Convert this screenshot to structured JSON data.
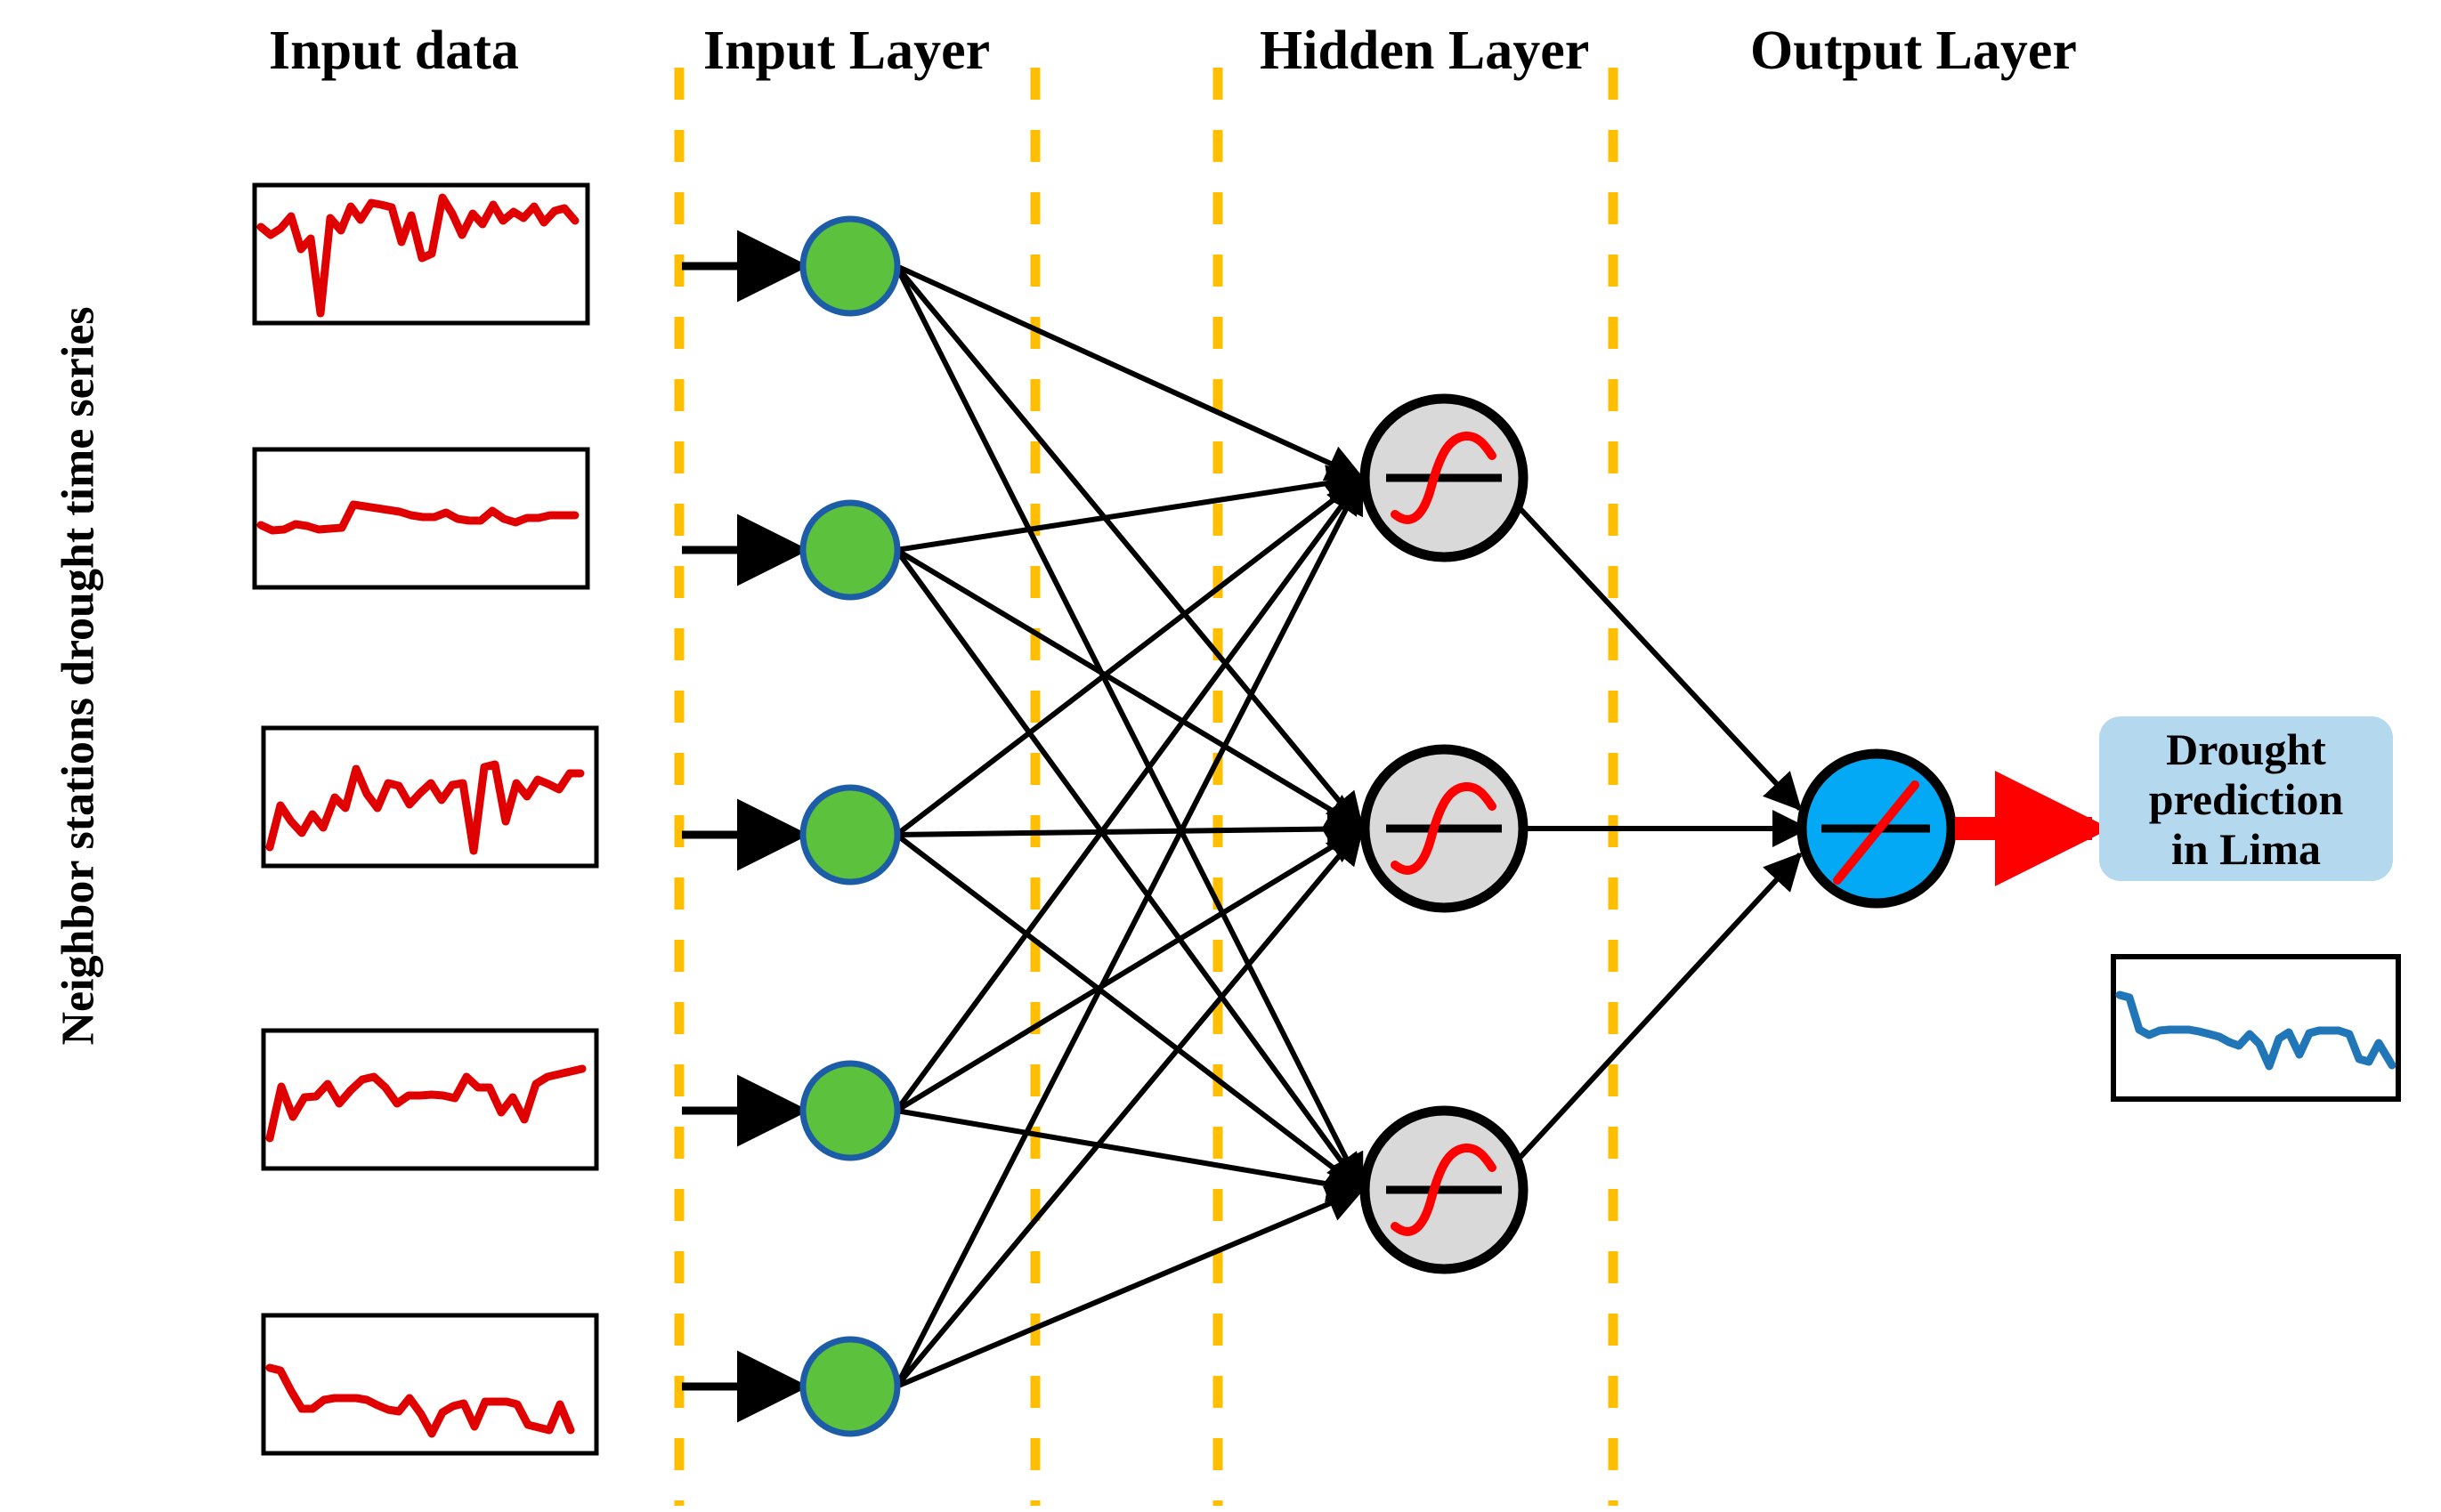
{
  "diagram": {
    "title_side_label": "Neighbor stations drought time series",
    "headers": {
      "input_data": "Input data",
      "input_layer": "Input Layer",
      "hidden_layer": "Hidden Layer",
      "output_layer": "Output Layer"
    },
    "output_box": {
      "line1": "Drought",
      "line2": "prediction",
      "line3": "in Lima"
    },
    "colors": {
      "input_neuron_fill": "#5cc23e",
      "input_neuron_stroke": "#1d5da8",
      "hidden_neuron_fill": "#d9d9d9",
      "hidden_neuron_stroke": "#000000",
      "output_neuron_fill": "#03a9f4",
      "output_neuron_stroke": "#000000",
      "activation_curve": "#ff0000",
      "divider_dash": "#ffbf00",
      "input_series_line": "#e00000",
      "output_series_line": "#2176b8",
      "arrow_out": "#ff0000",
      "output_box_fill": "#b4d8ee"
    },
    "icons": {
      "hidden_activation": "sigmoid-icon",
      "output_activation": "linear-icon",
      "divider": "dashed-divider-icon",
      "feed_arrow": "arrow-right-icon",
      "result_arrow": "red-arrow-right-icon"
    },
    "counts": {
      "input_neurons": 5,
      "hidden_neurons": 3,
      "output_neurons": 1,
      "input_series_boxes": 5,
      "output_series_boxes": 1
    }
  },
  "chart_data": [
    {
      "type": "line",
      "name": "input-series-1",
      "title": "",
      "line_color": "#e00000",
      "x": [
        0,
        1,
        2,
        3,
        4,
        5,
        6,
        7,
        8,
        9,
        10,
        11,
        12,
        13,
        14,
        15,
        16,
        17,
        18,
        19,
        20,
        21,
        22,
        23,
        24,
        25,
        26,
        27,
        28,
        29,
        30,
        31
      ],
      "values": [
        0.72,
        0.66,
        0.78,
        0.52,
        0.62,
        0.22,
        0.82,
        0.72,
        0.86,
        0.76,
        0.88,
        0.87,
        0.85,
        0.6,
        0.8,
        0.44,
        0.46,
        0.92,
        0.7,
        0.84,
        0.68,
        0.8,
        0.62,
        0.9,
        0.76,
        0.88,
        0.78,
        0.86,
        0.7,
        0.82,
        0.84,
        0.75
      ],
      "ylim": [
        0,
        1
      ],
      "grid": false
    },
    {
      "type": "line",
      "name": "input-series-2",
      "title": "",
      "line_color": "#e00000",
      "x": [
        0,
        1,
        2,
        3,
        4,
        5,
        6,
        7,
        8,
        9,
        10,
        11,
        12,
        13,
        14,
        15,
        16,
        17,
        18,
        19,
        20,
        21,
        22,
        23,
        24,
        25,
        26
      ],
      "values": [
        0.46,
        0.42,
        0.41,
        0.45,
        0.44,
        0.42,
        0.43,
        0.44,
        0.6,
        0.59,
        0.58,
        0.57,
        0.56,
        0.53,
        0.52,
        0.52,
        0.54,
        0.51,
        0.5,
        0.5,
        0.56,
        0.51,
        0.49,
        0.52,
        0.52,
        0.53,
        0.53
      ],
      "ylim": [
        0,
        1
      ],
      "grid": false
    },
    {
      "type": "line",
      "name": "input-series-3",
      "title": "",
      "line_color": "#e00000",
      "x": [
        0,
        1,
        2,
        3,
        4,
        5,
        6,
        7,
        8,
        9,
        10,
        11,
        12,
        13,
        14,
        15,
        16,
        17,
        18,
        19,
        20,
        21,
        22,
        23,
        24,
        25,
        26,
        27,
        28,
        29
      ],
      "values": [
        0.18,
        0.46,
        0.34,
        0.26,
        0.38,
        0.28,
        0.52,
        0.44,
        0.8,
        0.62,
        0.5,
        0.7,
        0.68,
        0.54,
        0.64,
        0.72,
        0.58,
        0.7,
        0.72,
        0.22,
        0.82,
        0.84,
        0.4,
        0.72,
        0.62,
        0.74,
        0.7,
        0.66,
        0.78,
        0.78
      ],
      "ylim": [
        0,
        1
      ],
      "grid": false
    },
    {
      "type": "line",
      "name": "input-series-4",
      "title": "",
      "line_color": "#e00000",
      "x": [
        0,
        1,
        2,
        3,
        4,
        5,
        6,
        7,
        8,
        9,
        10,
        11,
        12,
        13,
        14,
        15,
        16,
        17,
        18,
        19,
        20,
        21,
        22,
        23,
        24,
        25,
        26,
        27
      ],
      "values": [
        0.22,
        0.6,
        0.38,
        0.52,
        0.53,
        0.62,
        0.48,
        0.58,
        0.66,
        0.68,
        0.6,
        0.49,
        0.55,
        0.55,
        0.56,
        0.55,
        0.53,
        0.68,
        0.6,
        0.6,
        0.42,
        0.52,
        0.36,
        0.62,
        0.68,
        0.7,
        0.72,
        0.74
      ],
      "ylim": [
        0,
        1
      ],
      "grid": false
    },
    {
      "type": "line",
      "name": "input-series-5",
      "title": "",
      "line_color": "#e00000",
      "x": [
        0,
        1,
        2,
        3,
        4,
        5,
        6,
        7,
        8,
        9,
        10,
        11,
        12,
        13,
        14,
        15,
        16,
        17,
        18,
        19,
        20,
        21,
        22,
        23,
        24,
        25,
        26,
        27,
        28
      ],
      "values": [
        0.72,
        0.7,
        0.58,
        0.48,
        0.48,
        0.54,
        0.55,
        0.55,
        0.55,
        0.54,
        0.5,
        0.47,
        0.46,
        0.55,
        0.44,
        0.3,
        0.46,
        0.5,
        0.52,
        0.36,
        0.54,
        0.54,
        0.54,
        0.54,
        0.38,
        0.36,
        0.34,
        0.52,
        0.34
      ],
      "ylim": [
        0,
        1
      ],
      "grid": false
    },
    {
      "type": "line",
      "name": "output-prediction-series",
      "title": "",
      "line_color": "#2176b8",
      "x": [
        0,
        1,
        2,
        3,
        4,
        5,
        6,
        7,
        8,
        9,
        10,
        11,
        12,
        13,
        14,
        15,
        16,
        17,
        18,
        19,
        20,
        21,
        22,
        23,
        24,
        25,
        26,
        27
      ],
      "values": [
        0.7,
        0.68,
        0.44,
        0.4,
        0.44,
        0.45,
        0.45,
        0.45,
        0.44,
        0.42,
        0.4,
        0.36,
        0.34,
        0.42,
        0.36,
        0.2,
        0.4,
        0.44,
        0.28,
        0.44,
        0.46,
        0.46,
        0.46,
        0.44,
        0.26,
        0.24,
        0.38,
        0.22
      ],
      "ylim": [
        0,
        1
      ],
      "grid": false
    }
  ]
}
